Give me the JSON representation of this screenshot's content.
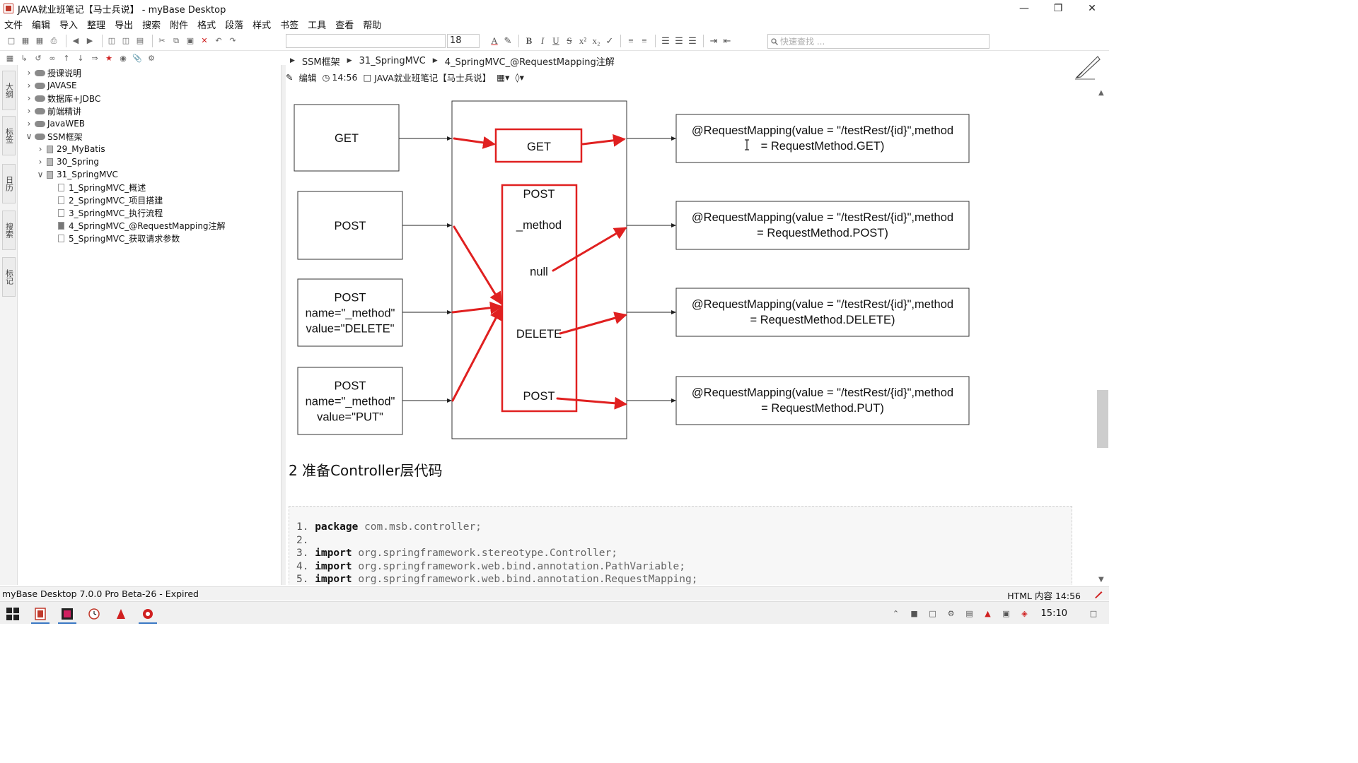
{
  "window": {
    "title": "JAVA就业班笔记【马士兵说】 - myBase Desktop",
    "controls": [
      "minimize",
      "restore",
      "close"
    ]
  },
  "menu": [
    "文件",
    "编辑",
    "导入",
    "整理",
    "导出",
    "搜索",
    "附件",
    "格式",
    "段落",
    "样式",
    "书签",
    "工具",
    "查看",
    "帮助"
  ],
  "toolbar": {
    "font_size": "18",
    "search_placeholder": "快速查找 ..."
  },
  "breadcrumb": [
    "SSM框架",
    "31_SpringMVC",
    "4_SpringMVC_@RequestMapping注解"
  ],
  "infobar": {
    "edit_label": "编辑",
    "time": "14:56",
    "notebook": "JAVA就业班笔记【马士兵说】"
  },
  "side_tabs": [
    "大纲",
    "标签",
    "日历",
    "搜索",
    "标记"
  ],
  "tree": [
    {
      "label": "授课说明",
      "level": 0,
      "expanded": false,
      "type": "folder"
    },
    {
      "label": "JAVASE",
      "level": 0,
      "expanded": false,
      "type": "folder"
    },
    {
      "label": "数据库+JDBC",
      "level": 0,
      "expanded": false,
      "type": "folder"
    },
    {
      "label": "前端精讲",
      "level": 0,
      "expanded": false,
      "type": "folder"
    },
    {
      "label": "JavaWEB",
      "level": 0,
      "expanded": false,
      "type": "folder"
    },
    {
      "label": "SSM框架",
      "level": 0,
      "expanded": true,
      "type": "folder"
    },
    {
      "label": "29_MyBatis",
      "level": 1,
      "expanded": false,
      "type": "book"
    },
    {
      "label": "30_Spring",
      "level": 1,
      "expanded": false,
      "type": "book"
    },
    {
      "label": "31_SpringMVC",
      "level": 1,
      "expanded": true,
      "type": "book"
    },
    {
      "label": "1_SpringMVC_概述",
      "level": 2,
      "type": "page"
    },
    {
      "label": "2_SpringMVC_项目搭建",
      "level": 2,
      "type": "page"
    },
    {
      "label": "3_SpringMVC_执行流程",
      "level": 2,
      "type": "page"
    },
    {
      "label": "4_SpringMVC_@RequestMapping注解",
      "level": 2,
      "type": "page",
      "selected": true
    },
    {
      "label": "5_SpringMVC_获取请求参数",
      "level": 2,
      "type": "page"
    }
  ],
  "diagram": {
    "requests": [
      {
        "lines": [
          "GET"
        ]
      },
      {
        "lines": [
          "POST"
        ]
      },
      {
        "lines": [
          "POST",
          "name=\"_method\"",
          "value=\"DELETE\""
        ]
      },
      {
        "lines": [
          "POST",
          "name=\"_method\"",
          "value=\"PUT\""
        ]
      }
    ],
    "filter_get": "GET",
    "filter_labels": [
      "POST",
      "_method",
      "null",
      "DELETE",
      "POST"
    ],
    "mappings": [
      {
        "lines": [
          "@RequestMapping(value = \"/testRest/{id}\",method",
          "= RequestMethod.GET)"
        ]
      },
      {
        "lines": [
          "@RequestMapping(value = \"/testRest/{id}\",method",
          "= RequestMethod.POST)"
        ]
      },
      {
        "lines": [
          "@RequestMapping(value = \"/testRest/{id}\",method",
          "= RequestMethod.DELETE)"
        ]
      },
      {
        "lines": [
          "@RequestMapping(value = \"/testRest/{id}\",method",
          "= RequestMethod.PUT)"
        ]
      }
    ],
    "arrow_color": "#e02020"
  },
  "section_heading": "2 准备Controller层代码",
  "code": [
    {
      "n": "1.",
      "kw": "package",
      "rest": "com.msb.controller;"
    },
    {
      "n": "2.",
      "kw": "",
      "rest": ""
    },
    {
      "n": "3.",
      "kw": "import",
      "rest": "org.springframework.stereotype.Controller;"
    },
    {
      "n": "4.",
      "kw": "import",
      "rest": "org.springframework.web.bind.annotation.PathVariable;"
    },
    {
      "n": "5.",
      "kw": "import",
      "rest": "org.springframework.web.bind.annotation.RequestMapping;"
    }
  ],
  "status": {
    "left": "myBase Desktop 7.0.0 Pro Beta-26 - Expired",
    "right": "HTML 内容  14:56"
  },
  "taskbar": {
    "clock": "15:10"
  }
}
